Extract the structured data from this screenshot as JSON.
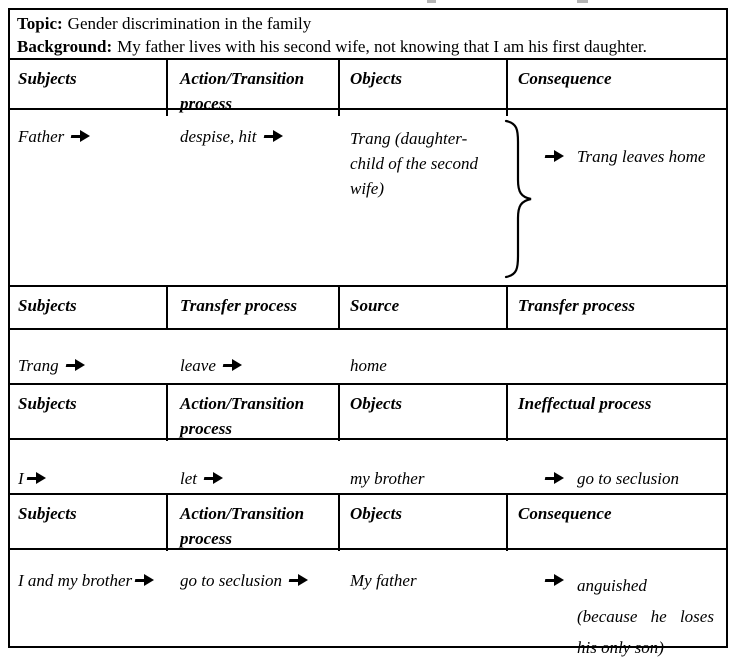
{
  "page": {
    "topic": {
      "label": "Topic:",
      "text": "Gender discrimination in the family"
    },
    "background": {
      "label": "Background:",
      "text": "My father lives with his second wife, not knowing that I am his first daughter."
    }
  },
  "sections": {
    "s1": {
      "headers": {
        "c1": "Subjects",
        "c2": "Action/Transition process",
        "c3": "Objects",
        "c4": "Consequence"
      },
      "row": {
        "subject": "Father",
        "action": "despise, hit",
        "object_line1": "Trang (daughter-",
        "object_line2": "child of the second",
        "object_line3": "wife)",
        "consequence": "Trang leaves home"
      }
    },
    "s2": {
      "headers": {
        "c1": "Subjects",
        "c2": "Transfer process",
        "c3": "Source",
        "c4": "Transfer process"
      },
      "row": {
        "subject": "Trang",
        "action": "leave",
        "source": "home"
      }
    },
    "s3": {
      "headers": {
        "c1": "Subjects",
        "c2": "Action/Transition process",
        "c3": "Objects",
        "c4": "Ineffectual process"
      },
      "row": {
        "subject": "I",
        "action": "let",
        "object": "my brother",
        "consequence": "go to seclusion"
      }
    },
    "s4": {
      "headers": {
        "c1": "Subjects",
        "c2": "Action/Transition process",
        "c3": "Objects",
        "c4": "Consequence"
      },
      "row": {
        "subject": "I and my brother",
        "action": "go to seclusion",
        "object": "My father",
        "consequence_line1": "anguished",
        "consequence_line2": "(because he loses",
        "consequence_line3": "his only son)"
      }
    }
  },
  "icons": {
    "right_arrow": "right-arrow",
    "brace": "right-curly-brace"
  },
  "colors": {
    "text": "#000000",
    "border": "#000000",
    "background": "#ffffff"
  }
}
